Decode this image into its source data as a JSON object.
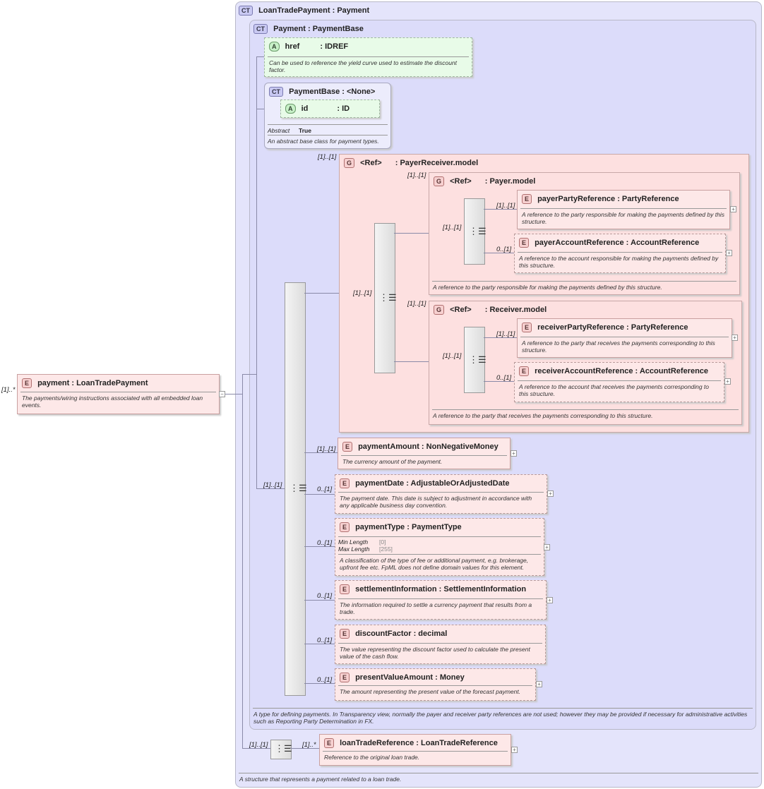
{
  "outer": {
    "badge": "CT",
    "title": "LoanTradePayment : Payment",
    "doc": "A structure that represents a payment related to a loan trade."
  },
  "inner": {
    "badge": "CT",
    "title": "Payment : PaymentBase",
    "doc": "A type for defining payments. In Transparency view, normally the payer and receiver party references are not used; however they may be provided if necessary for administrative activities such as Reporting Party Determination in FX."
  },
  "href": {
    "badge": "A",
    "name": "href",
    "type": ": IDREF",
    "doc": "Can be used to reference the yield curve used to estimate the discount factor."
  },
  "paymentBase": {
    "badge": "CT",
    "title": "PaymentBase : <None>",
    "attr_badge": "A",
    "attr_name": "id",
    "attr_type": ": ID",
    "prop_label": "Abstract",
    "prop_value": "True",
    "doc": "An abstract base class for payment types."
  },
  "root": {
    "card": "[1]..*",
    "badge": "E",
    "title": "payment : LoanTradePayment",
    "doc": "The payments/wiring instructions associated with all embedded loan events.",
    "toggle": "−"
  },
  "payerReceiver": {
    "card": "[1]..[1]",
    "badge": "G",
    "ref": "<Ref>",
    "type": ": PayerReceiver.model"
  },
  "payer": {
    "card": "[1]..[1]",
    "badge": "G",
    "ref": "<Ref>",
    "type": ": Payer.model",
    "doc": "A reference to the party responsible for making the payments defined by this structure."
  },
  "receiver": {
    "card": "[1]..[1]",
    "badge": "G",
    "ref": "<Ref>",
    "type": ": Receiver.model",
    "doc": "A reference to the party that receives the payments corresponding to this structure."
  },
  "payerPartyReference": {
    "card": "[1]..[1]",
    "badge": "E",
    "title": "payerPartyReference : PartyReference",
    "doc": "A reference to the party responsible for making the payments defined by this structure."
  },
  "payerAccountReference": {
    "card": "0..[1]",
    "badge": "E",
    "title": "payerAccountReference : AccountReference",
    "doc": "A reference to the account responsible for making the payments defined by this structure."
  },
  "receiverPartyReference": {
    "card": "[1]..[1]",
    "badge": "E",
    "title": "receiverPartyReference : PartyReference",
    "doc": "A reference to the party that receives the payments corresponding to this structure."
  },
  "receiverAccountReference": {
    "card": "0..[1]",
    "badge": "E",
    "title": "receiverAccountReference : AccountReference",
    "doc": "A reference to the account that receives the payments corresponding to this structure."
  },
  "seqCards": {
    "main": "[1]..[1]",
    "prSeq": "[1]..[1]",
    "payerSeq": "[1]..[1]",
    "receiverSeq": "[1]..[1]",
    "bottomSeq": "[1]..[1]"
  },
  "paymentAmount": {
    "card": "[1]..[1]",
    "badge": "E",
    "title": "paymentAmount : NonNegativeMoney",
    "doc": "The currency amount of the payment."
  },
  "paymentDate": {
    "card": "0..[1]",
    "badge": "E",
    "title": "paymentDate : AdjustableOrAdjustedDate",
    "doc": "The payment date. This date is subject to adjustment in accordance with any applicable business day convention."
  },
  "paymentType": {
    "card": "0..[1]",
    "badge": "E",
    "title": "paymentType : PaymentType",
    "min_label": "Min Length",
    "min_value": "[0]",
    "max_label": "Max Length",
    "max_value": "[255]",
    "doc": "A classification of the type of fee or additional payment, e.g. brokerage, upfront fee etc. FpML does not define domain values for this element."
  },
  "settlementInformation": {
    "card": "0..[1]",
    "badge": "E",
    "title": "settlementInformation : SettlementInformation",
    "doc": "The information required to settle a currency payment that results from a trade."
  },
  "discountFactor": {
    "card": "0..[1]",
    "badge": "E",
    "title": "discountFactor : decimal",
    "doc": "The value representing the discount factor used to calculate the present value of the cash flow."
  },
  "presentValueAmount": {
    "card": "0..[1]",
    "badge": "E",
    "title": "presentValueAmount : Money",
    "doc": "The amount representing the present value of the forecast payment."
  },
  "loanTradeReference": {
    "card": "[1]..*",
    "badge": "E",
    "title": "loanTradeReference : LoanTradeReference",
    "doc": "Reference to the original loan trade."
  }
}
